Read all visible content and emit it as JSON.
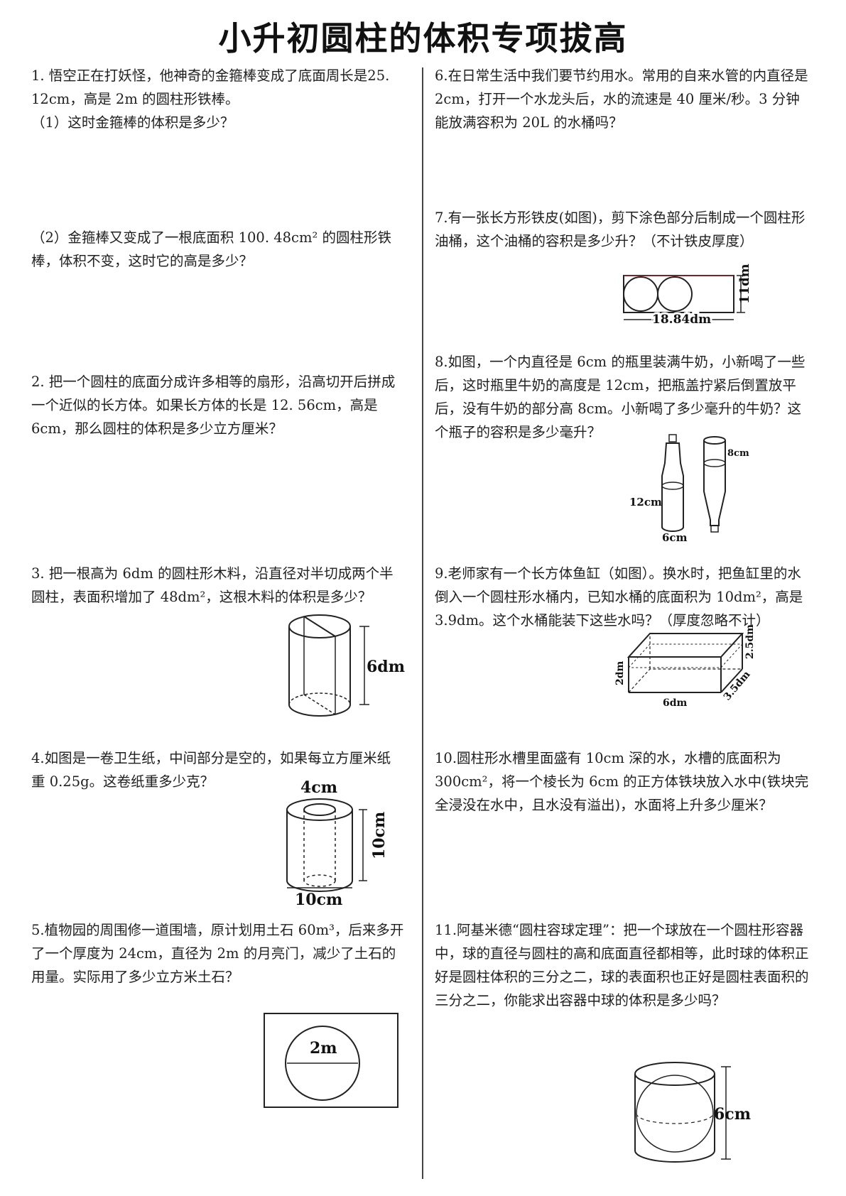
{
  "title": "小升初圆柱的体积专项拔高",
  "questions": {
    "q1": {
      "text": "1. 悟空正在打妖怪，他神奇的金箍棒变成了底面周长是25. 12cm，高是 2m 的圆柱形铁棒。",
      "sub1": "（1）这时金箍棒的体积是多少？",
      "sub2": "（2）金箍棒又变成了一根底面积 100. 48cm² 的圆柱形铁棒，体积不变，这时它的高是多少？"
    },
    "q2": {
      "text": "2. 把一个圆柱的底面分成许多相等的扇形，沿高切开后拼成一个近似的长方体。如果长方体的长是 12. 56cm，高是 6cm，那么圆柱的体积是多少立方厘米？"
    },
    "q3": {
      "text": "3. 把一根高为 6dm 的圆柱形木料，沿直径对半切成两个半圆柱，表面积增加了 48dm²，这根木料的体积是多少？",
      "fig_label": "6dm"
    },
    "q4": {
      "text": "4.如图是一卷卫生纸，中间部分是空的，如果每立方厘米纸重 0.25g。这卷纸重多少克？",
      "fig_top": "4cm",
      "fig_height": "10cm",
      "fig_bottom": "10cm"
    },
    "q5": {
      "text": "5.植物园的周围修一道围墙，原计划用土石 60m³，后来多开了一个厚度为 24cm，直径为 2m 的月亮门，减少了土石的用量。实际用了多少立方米土石？",
      "fig_label": "2m"
    },
    "q6": {
      "text": "6.在日常生活中我们要节约用水。常用的自来水管的内直径是 2cm，打开一个水龙头后，水的流速是 40 厘米/秒。3 分钟能放满容积为 20L 的水桶吗？"
    },
    "q7": {
      "text": "7.有一张长方形铁皮(如图)，剪下涂色部分后制成一个圆柱形油桶，这个油桶的容积是多少升？（不计铁皮厚度）",
      "fig_width": "18.84dm",
      "fig_height": "11dm"
    },
    "q8": {
      "text": "8.如图，一个内直径是 6cm 的瓶里装满牛奶，小新喝了一些后，这时瓶里牛奶的高度是 12cm，把瓶盖拧紧后倒置放平后，没有牛奶的部分高 8cm。小新喝了多少毫升的牛奶？这个瓶子的容积是多少毫升？",
      "fig_h": "12cm",
      "fig_d": "6cm",
      "fig_top": "8cm"
    },
    "q9": {
      "text": "9.老师家有一个长方体鱼缸（如图）。换水时，把鱼缸里的水倒入一个圆柱形水桶内，已知水桶的底面积为 10dm²，高是 3.9dm。这个水桶能装下这些水吗？（厚度忽略不计）",
      "fig_len": "6dm",
      "fig_wid": "3.5dm",
      "fig_h": "2dm",
      "fig_depth": "2.5dm"
    },
    "q10": {
      "text": "10.圆柱形水槽里面盛有 10cm 深的水，水槽的底面积为 300cm²，将一个棱长为 6cm  的正方体铁块放入水中(铁块完全浸没在水中，且水没有溢出)，水面将上升多少厘米？"
    },
    "q11": {
      "text": "11.阿基米德“圆柱容球定理”：把一个球放在一个圆柱形容器中，球的直径与圆柱的高和底面直径都相等，此时球的体积正好是圆柱体积的三分之二，球的表面积也正好是圆柱表面积的三分之二，你能求出容器中球的体积是多少吗？",
      "fig_label": "6cm"
    }
  }
}
